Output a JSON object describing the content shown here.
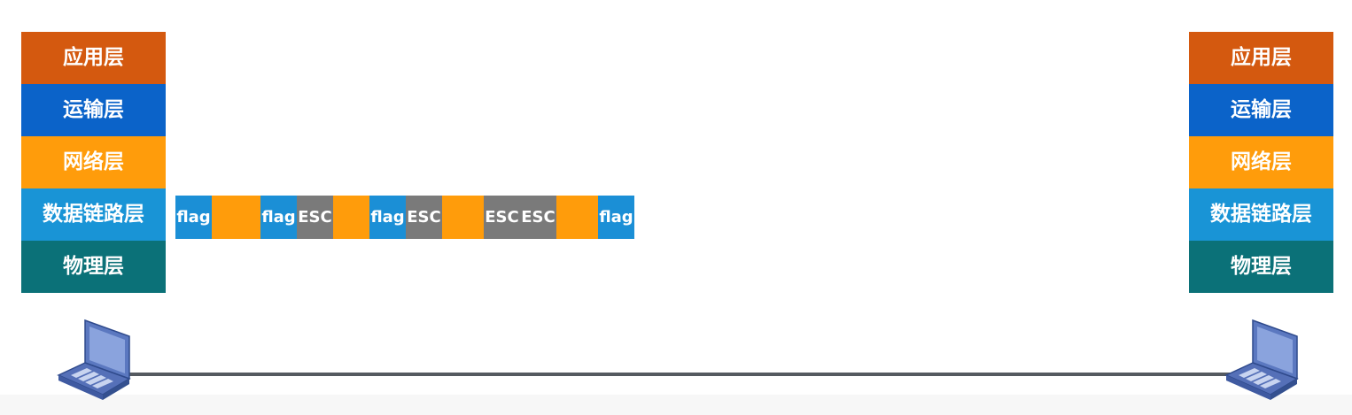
{
  "colors": {
    "application": "#d4590f",
    "transport": "#0b63c9",
    "network": "#ff9c0b",
    "datalink": "#1994d6",
    "physical": "#0b7178",
    "flag": "#1b8fd6",
    "esc": "#7a7a7a",
    "data": "#ff9c0b",
    "laptop": "#4a67b3"
  },
  "left_stack": {
    "application": "应用层",
    "transport": "运输层",
    "network": "网络层",
    "datalink": "数据链路层",
    "physical": "物理层"
  },
  "right_stack": {
    "application": "应用层",
    "transport": "运输层",
    "network": "网络层",
    "datalink": "数据链路层",
    "physical": "物理层"
  },
  "frame": {
    "cells": [
      {
        "type": "flag",
        "text": "flag"
      },
      {
        "type": "data",
        "text": ""
      },
      {
        "type": "flag",
        "text": "flag"
      },
      {
        "type": "esc",
        "text": "ESC"
      },
      {
        "type": "data",
        "text": ""
      },
      {
        "type": "flag",
        "text": "flag"
      },
      {
        "type": "esc",
        "text": "ESC"
      },
      {
        "type": "data",
        "text": ""
      },
      {
        "type": "esc",
        "text": "ESC"
      },
      {
        "type": "esc",
        "text": "ESC"
      },
      {
        "type": "data",
        "text": ""
      },
      {
        "type": "flag",
        "text": "flag"
      }
    ]
  },
  "icons": {
    "left_host": "laptop-icon",
    "right_host": "laptop-icon"
  }
}
